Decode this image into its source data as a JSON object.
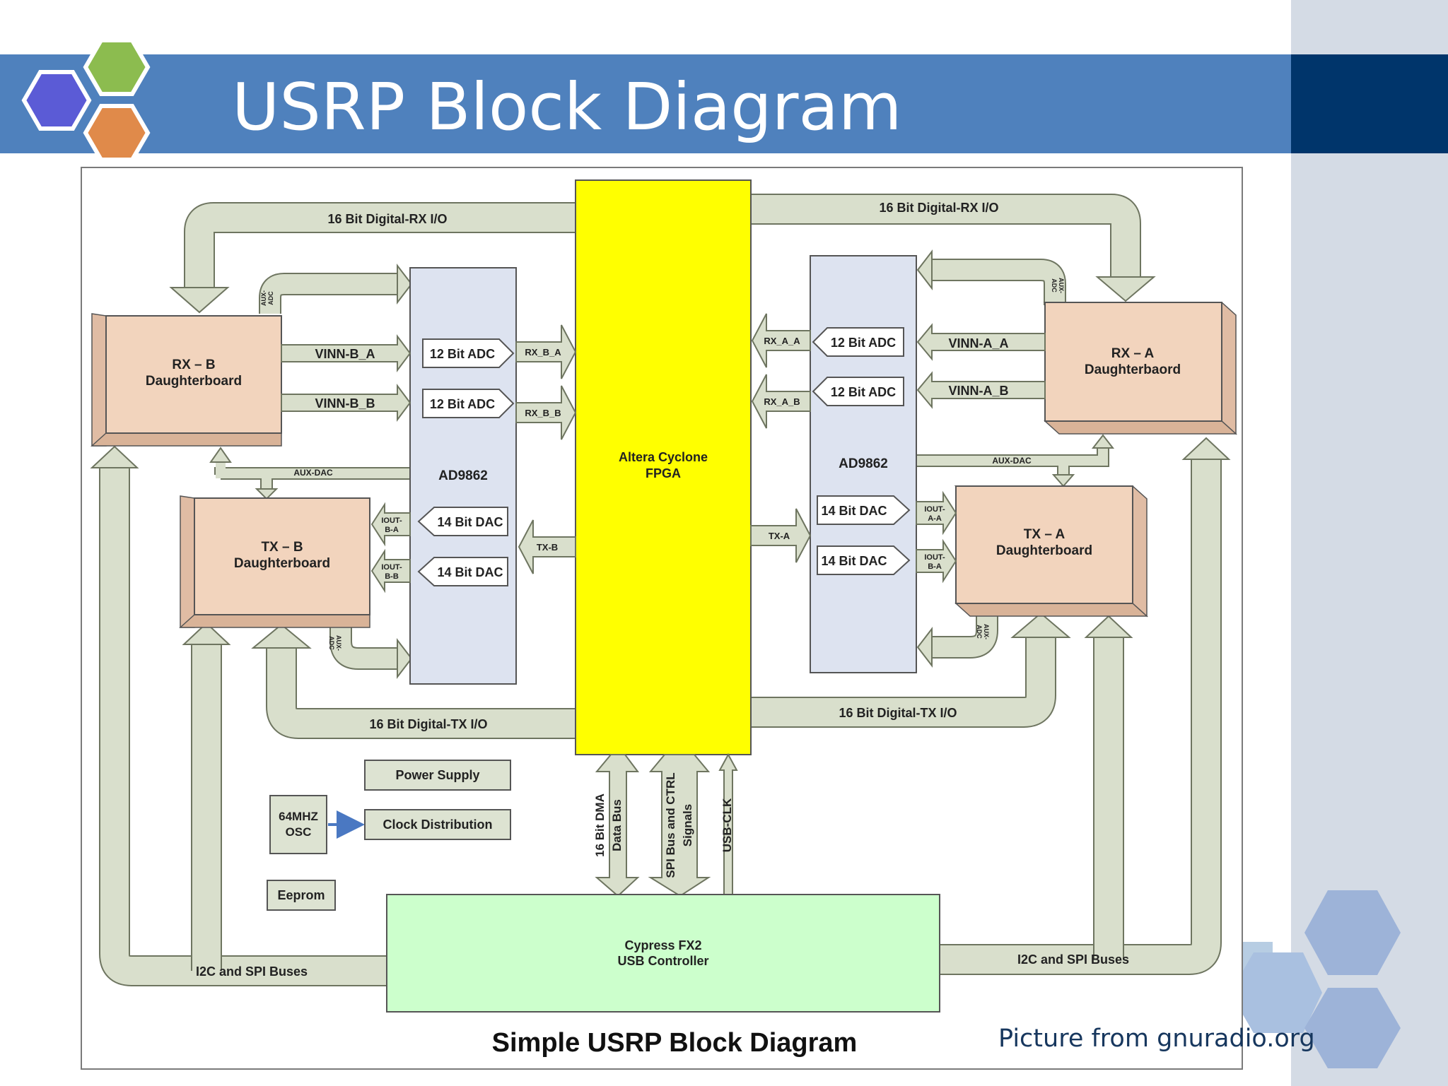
{
  "slide": {
    "title": "USRP Block Diagram",
    "source_note": "Picture from gnuradio.org"
  },
  "colors": {
    "title_bar": "#4f81bd",
    "title_bar_dark": "#00356b",
    "hex_blue": "#5b5bd6",
    "hex_green": "#8cbc4f",
    "hex_orange": "#e08a4a",
    "fpga": "#ffff00",
    "usb_controller": "#ccffcc",
    "daughterboard": "#f2d4bd",
    "ad9862": "#dde3f0",
    "bus": "#d9dfcc"
  },
  "diagram": {
    "caption": "Simple USRP Block Diagram",
    "fpga": {
      "line1": "Altera Cyclone",
      "line2": "FPGA"
    },
    "usb_controller": {
      "line1": "Cypress FX2",
      "line2": "USB Controller"
    },
    "rx_b": {
      "line1": "RX – B",
      "line2": "Daughterboard"
    },
    "tx_b": {
      "line1": "TX – B",
      "line2": "Daughterboard"
    },
    "rx_a": {
      "line1": "RX – A",
      "line2": "Daughterbaord"
    },
    "tx_a": {
      "line1": "TX – A",
      "line2": "Daughterboard"
    },
    "ad9862_left": "AD9862",
    "ad9862_right": "AD9862",
    "adc_label": "12 Bit ADC",
    "dac_label": "14 Bit DAC",
    "power_supply": "Power Supply",
    "clock_distribution": "Clock Distribution",
    "osc": {
      "line1": "64MHZ",
      "line2": "OSC"
    },
    "eeprom": "Eeprom",
    "buses": {
      "rx_io_left": "16 Bit Digital-RX I/O",
      "rx_io_right": "16 Bit Digital-RX I/O",
      "tx_io_left": "16 Bit Digital-TX I/O",
      "tx_io_right": "16 Bit Digital-TX I/O",
      "i2c_left": "I2C and SPI Buses",
      "i2c_right": "I2C and SPI Buses",
      "dma": {
        "line1": "16 Bit DMA",
        "line2": "Data Bus"
      },
      "spi": {
        "line1": "SPI Bus and CTRL",
        "line2": "Signals"
      },
      "usb_clk": "USB-CLK"
    },
    "signals": {
      "vinn_b_a": "VINN-B_A",
      "vinn_b_b": "VINN-B_B",
      "vinn_a_a": "VINN-A_A",
      "vinn_a_b": "VINN-A_B",
      "rx_b_a": "RX_B_A",
      "rx_b_b": "RX_B_B",
      "rx_a_a": "RX_A_A",
      "rx_a_b": "RX_A_B",
      "tx_b": "TX-B",
      "tx_a": "TX-A",
      "aux_dac": "AUX-DAC",
      "aux_adc": {
        "line1": "AUX-",
        "line2": "ADC"
      },
      "iout_b_a": {
        "line1": "IOUT-",
        "line2": "B-A"
      },
      "iout_b_b": {
        "line1": "IOUT-",
        "line2": "B-B"
      },
      "iout_a_a": {
        "line1": "IOUT-",
        "line2": "A-A"
      },
      "iout_b_a_right": {
        "line1": "IOUT-",
        "line2": "B-A"
      }
    }
  }
}
